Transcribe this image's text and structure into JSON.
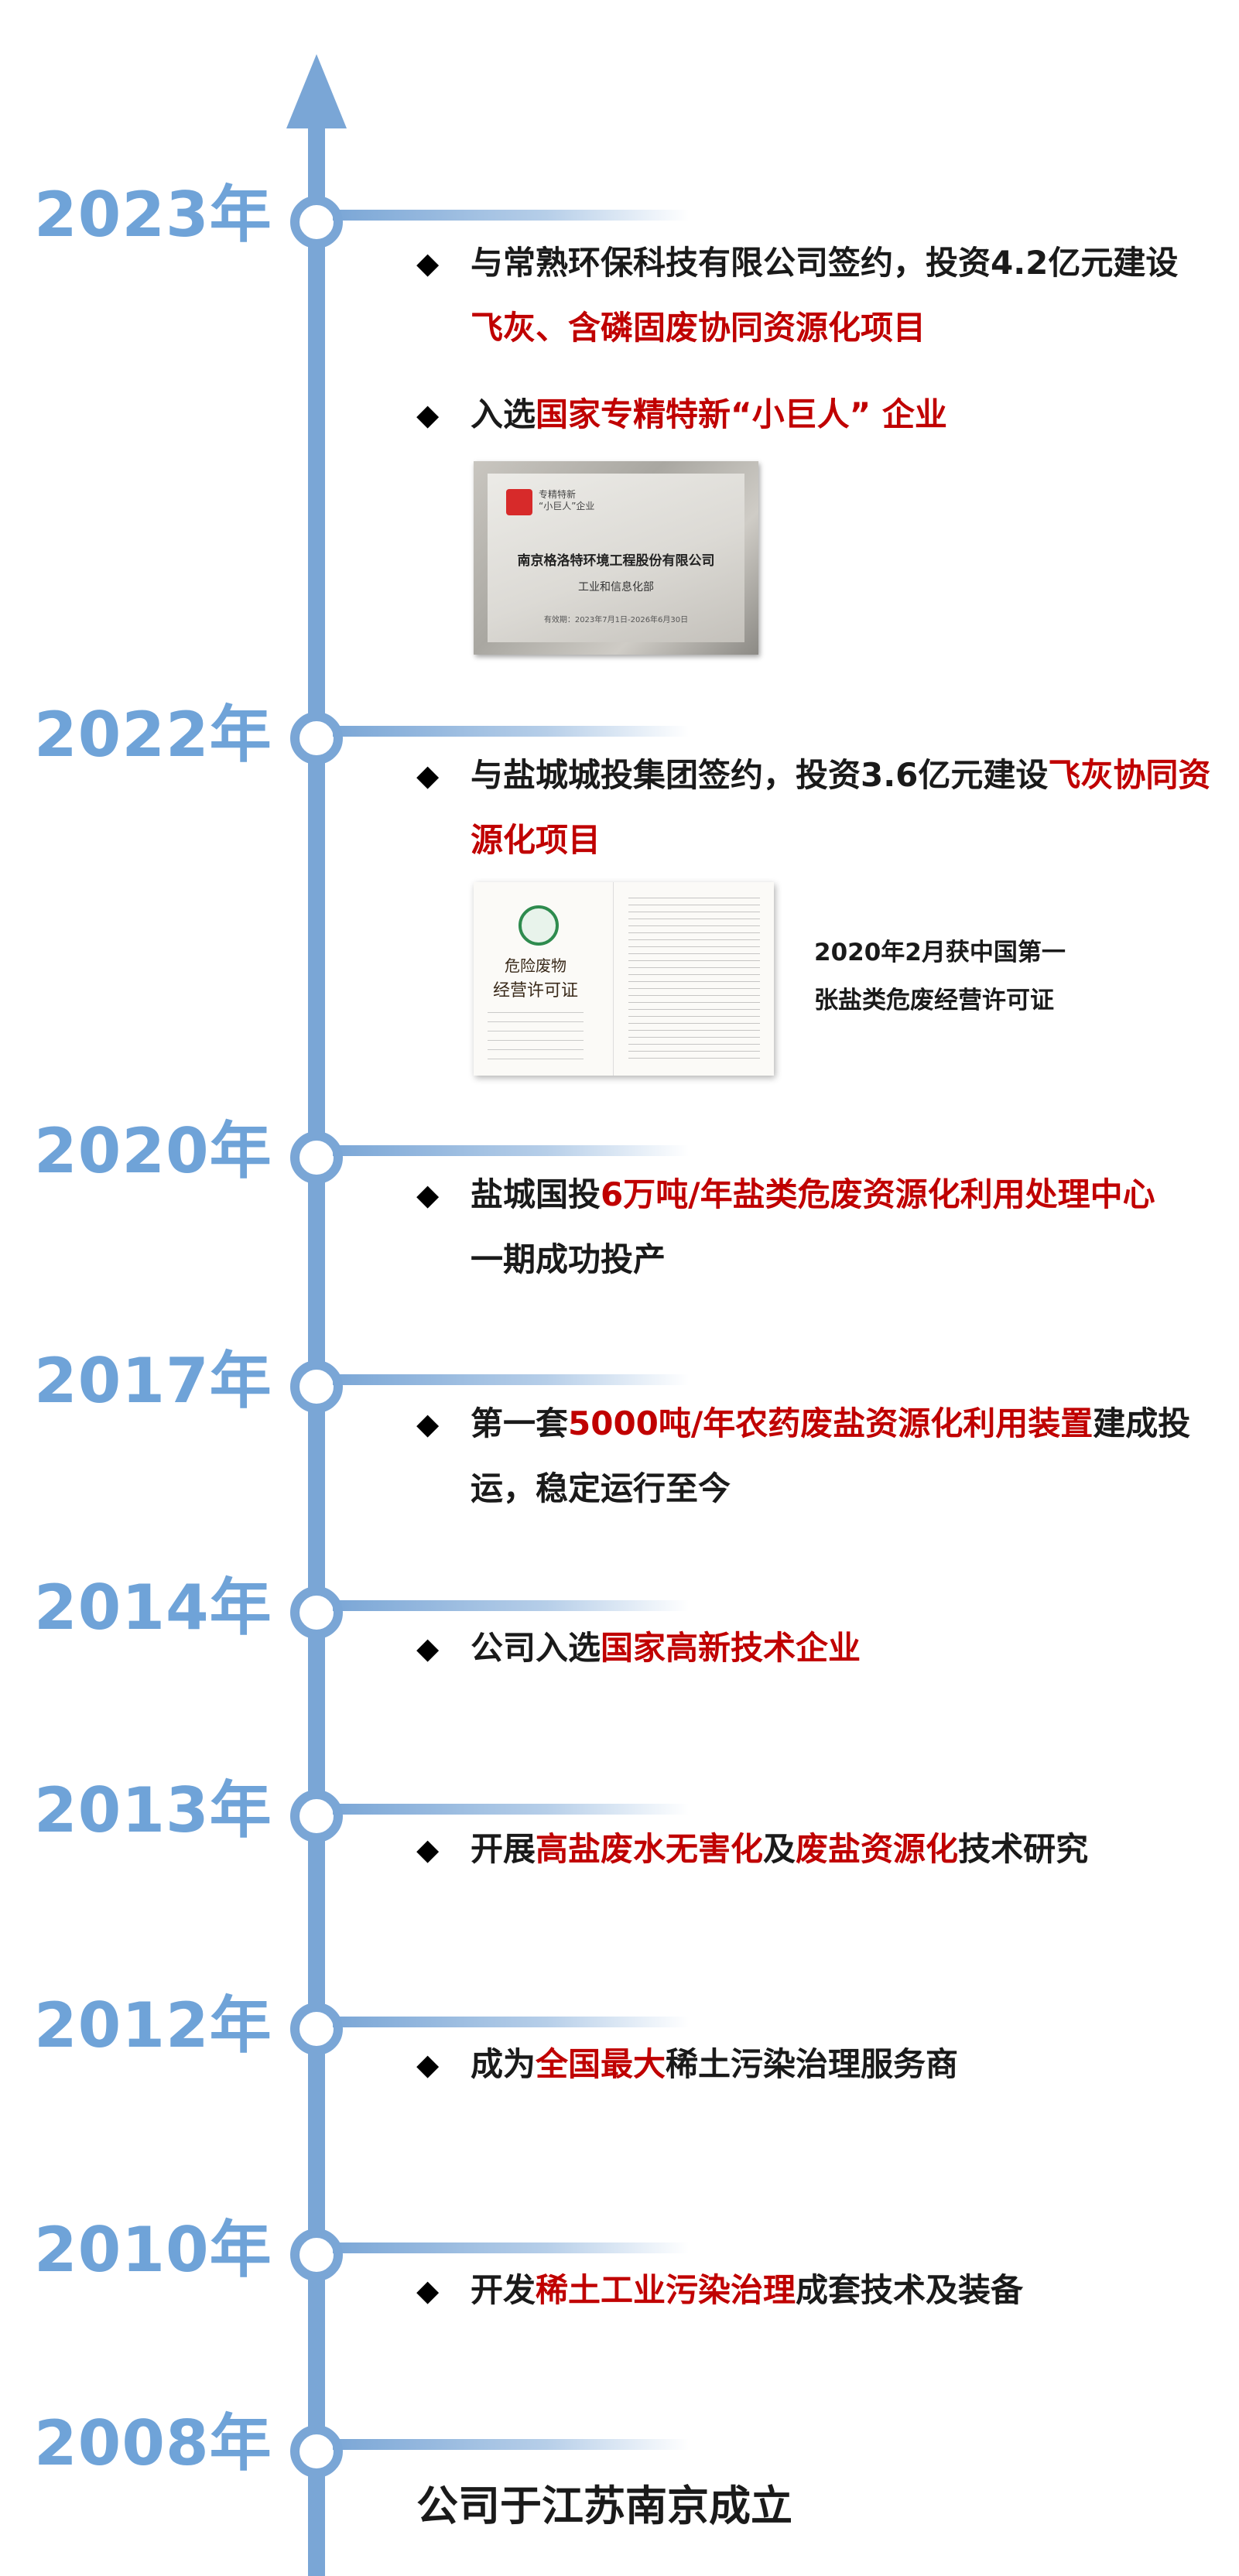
{
  "years": [
    "2023年",
    "2022年",
    "2020年",
    "2017年",
    "2014年",
    "2013年",
    "2012年",
    "2010年",
    "2008年"
  ],
  "bullet": "◆",
  "items": [
    {
      "parts": [
        "与常熟环保科技有限公司签约，投资4.2亿元建设",
        "飞灰、含磷固废协同资源化项目"
      ]
    },
    {
      "parts": [
        "入选",
        "国家专精特新“小巨人” 企业"
      ]
    },
    {
      "parts": [
        "与盐城城投集团签约，投资3.6亿元建设",
        "飞灰协同资源化项目"
      ]
    },
    {
      "parts": [
        "盐城国投",
        "6万吨/年盐类危废资源化利用处理中心",
        "一期成功投产"
      ]
    },
    {
      "parts": [
        "第一套",
        "5000吨/年农药废盐资源化利用装置",
        "建成投运，稳定运行至今"
      ]
    },
    {
      "parts": [
        "公司入选",
        "国家高新技术企业"
      ]
    },
    {
      "parts": [
        "开展",
        "高盐废水无害化",
        "及",
        "废盐资源化",
        "技术研究"
      ]
    },
    {
      "parts": [
        "成为",
        "全国最大",
        "稀土污染治理服务商"
      ]
    },
    {
      "parts": [
        "开发",
        "稀土工业污染治理",
        "成套技术及装备"
      ]
    }
  ],
  "plaque": {
    "logo_line1": "专精特新",
    "logo_line2": "“小巨人”企业",
    "company": "南京格洛特环境工程股份有限公司",
    "ministry": "工业和信息化部",
    "validity": "有效期：2023年7月1日-2026年6月30日"
  },
  "license": {
    "title1": "危险废物",
    "title2": "经营许可证"
  },
  "license_caption": {
    "line1": "2020年2月获中国第一",
    "line2": "张盐类危废经营许可证"
  },
  "founded": "公司于江苏南京成立",
  "colors": {
    "axis": "#7aa6d6",
    "year": "#6fa3d8",
    "highlight": "#c00000"
  }
}
